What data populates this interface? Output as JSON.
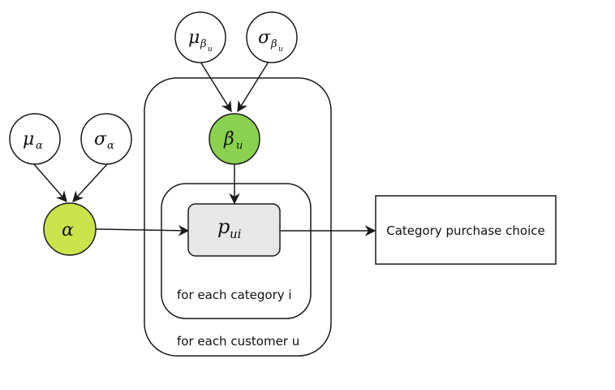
{
  "nodes": {
    "mu_beta": {
      "symbol": "μ",
      "sub": "β",
      "subsub": "u"
    },
    "sigma_beta": {
      "symbol": "σ",
      "sub": "β",
      "subsub": "u"
    },
    "mu_alpha": {
      "symbol": "μ",
      "sub": "α"
    },
    "sigma_alpha": {
      "symbol": "σ",
      "sub": "α"
    },
    "beta_u": {
      "symbol": "β",
      "sub": "u",
      "fill": "#8ad14f"
    },
    "alpha": {
      "symbol": "α",
      "fill": "#cbe44b"
    },
    "p_ui": {
      "symbol": "p",
      "sub": "ui",
      "fill": "#e8e8e8"
    }
  },
  "plates": {
    "category": {
      "label": "for each category i"
    },
    "customer": {
      "label": "for each customer u"
    }
  },
  "output": {
    "label": "Category purchase choice"
  }
}
